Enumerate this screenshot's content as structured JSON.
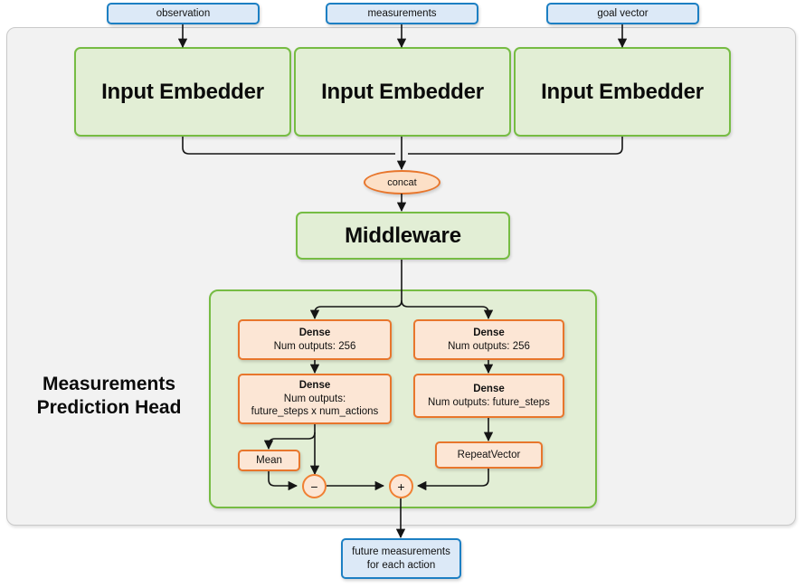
{
  "diagram": {
    "title": "Measurements Prediction Head network architecture",
    "colors": {
      "frame_bg": "#f2f2f2",
      "frame_border": "#c9c9c9",
      "green_fill": "#e2eed5",
      "green_border": "#76bc43",
      "blue_fill": "#dce9f7",
      "blue_border": "#1c7fc3",
      "orange_fill": "#fce6d5",
      "orange_border": "#e8762c",
      "edge": "#1a1a1a"
    }
  },
  "inputs": [
    {
      "label": "observation"
    },
    {
      "label": "measurements"
    },
    {
      "label": "goal vector"
    }
  ],
  "embedders": [
    {
      "label": "Input Embedder"
    },
    {
      "label": "Input Embedder"
    },
    {
      "label": "Input Embedder"
    }
  ],
  "concat": {
    "label": "concat"
  },
  "middleware": {
    "label": "Middleware"
  },
  "head": {
    "label_line1": "Measurements",
    "label_line2": "Prediction Head",
    "left_branch": {
      "dense1": {
        "title": "Dense",
        "detail": "Num outputs: 256"
      },
      "dense2": {
        "title": "Dense",
        "detail_line1": "Num outputs:",
        "detail_line2": "future_steps x num_actions"
      },
      "mean": {
        "label": "Mean"
      }
    },
    "right_branch": {
      "dense1": {
        "title": "Dense",
        "detail": "Num outputs: 256"
      },
      "dense2": {
        "title": "Dense",
        "detail": "Num outputs: future_steps"
      },
      "repeat_vector": {
        "label": "RepeatVector"
      }
    },
    "operators": {
      "subtract": {
        "symbol": "−"
      },
      "add": {
        "symbol": "+"
      }
    }
  },
  "output": {
    "line1": "future measurements",
    "line2": "for each action"
  }
}
